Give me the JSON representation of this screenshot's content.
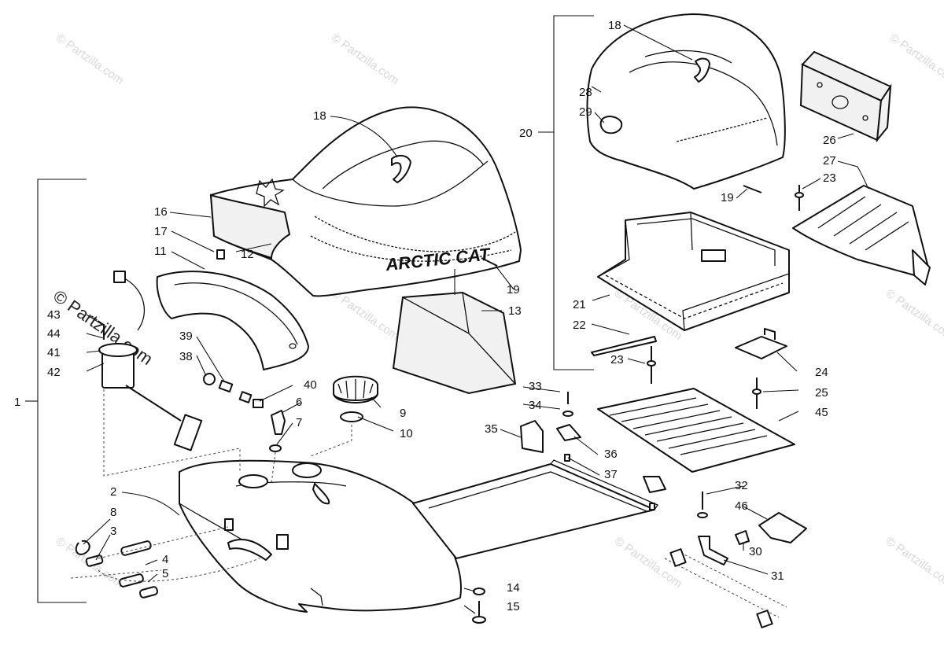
{
  "brand_text": "ARCTIC CAT",
  "watermark": {
    "corner_text": "© Partzilla.com",
    "large_text": "© Partzilla.com"
  },
  "callouts": [
    "1",
    "2",
    "3",
    "4",
    "5",
    "6",
    "7",
    "8",
    "9",
    "10",
    "11",
    "12",
    "13",
    "14",
    "15",
    "16",
    "17",
    "18",
    "18",
    "19",
    "19",
    "20",
    "21",
    "22",
    "23",
    "23",
    "24",
    "25",
    "26",
    "27",
    "28",
    "29",
    "30",
    "31",
    "32",
    "33",
    "34",
    "35",
    "36",
    "37",
    "38",
    "39",
    "40",
    "41",
    "42",
    "43",
    "44",
    "45",
    "46"
  ],
  "colors": {
    "ink": "#111111",
    "watermark": "#d8d8d8",
    "background": "#ffffff"
  }
}
